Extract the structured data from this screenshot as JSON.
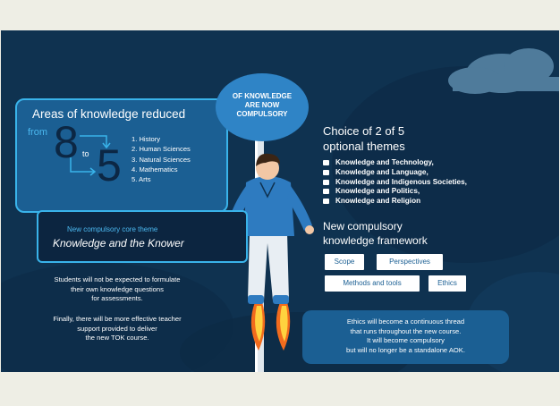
{
  "areas": {
    "title": "Areas of knowledge reduced",
    "from_label": "from",
    "from_number": "8",
    "to_label": "to",
    "to_number": "5",
    "items": [
      "1. History",
      "2. Human Sciences",
      "3. Natural Sciences",
      "4. Mathematics",
      "5. Arts"
    ]
  },
  "bubble": {
    "lines": [
      "OF KNOWLEDGE",
      "ARE NOW",
      "COMPULSORY"
    ]
  },
  "core": {
    "subtitle": "New compulsory core theme",
    "title": "Knowledge and the Knower"
  },
  "notes": {
    "students": [
      "Students will not be expected to formulate",
      "their own knowledge questions",
      "for assessments."
    ],
    "teacher": [
      "Finally, there will be more effective teacher",
      "support provided to deliver",
      "the new TOK course."
    ]
  },
  "themes": {
    "title_lines": [
      "Choice of 2 of 5",
      "optional themes"
    ],
    "items": [
      "Knowledge and Technology,",
      "Knowledge and Language,",
      "Knowledge and Indigenous Societies,",
      "Knowledge and Politics,",
      "Knowledge and Religion"
    ]
  },
  "framework": {
    "title_lines": [
      "New compulsory",
      "knowledge framework"
    ],
    "pills": {
      "scope": "Scope",
      "perspectives": "Perspectives",
      "methods": "Methods and tools",
      "ethics": "Ethics"
    }
  },
  "ethics_note": [
    "Ethics will become a continuous thread",
    "that runs throughout the new course.",
    "It will become compulsory",
    "but will no longer be a standalone AOK."
  ],
  "colors": {
    "background": "#0f3250",
    "card": "#1b5f93",
    "accent": "#39b3ea",
    "bubble": "#2f84c6"
  }
}
